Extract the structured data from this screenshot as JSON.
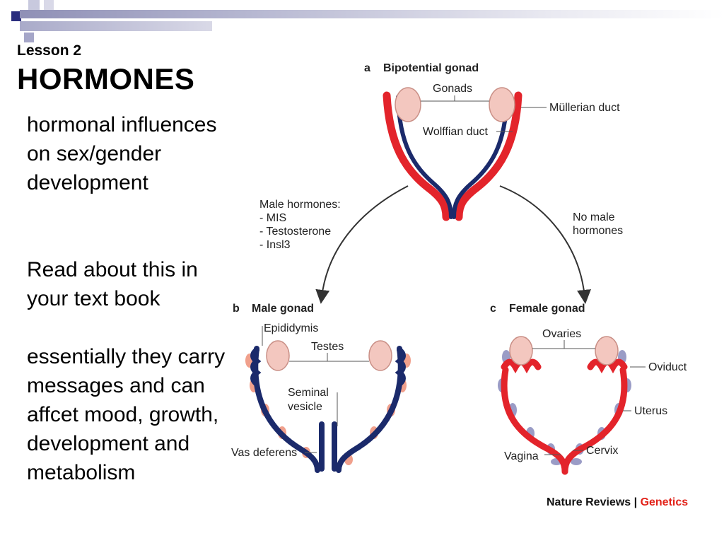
{
  "slide": {
    "lesson": "Lesson 2",
    "title": "HORMONES",
    "paragraphs": [
      "hormonal influences on sex/gender development",
      "Read about this in your text book",
      "essentially they carry messages and can affcet mood, growth, development and metabolism"
    ]
  },
  "diagram": {
    "panel_a": {
      "letter": "a",
      "title": "Bipotential gonad",
      "labels": {
        "gonads": "Gonads",
        "mullerian": "Müllerian duct",
        "wolffian": "Wolffian duct"
      }
    },
    "arrows": {
      "male": {
        "lines": [
          "Male hormones:",
          "- MIS",
          "- Testosterone",
          "- Insl3"
        ]
      },
      "female": {
        "lines": [
          "No male",
          "hormones"
        ]
      }
    },
    "panel_b": {
      "letter": "b",
      "title": "Male gonad",
      "labels": {
        "epididymis": "Epididymis",
        "testes": "Testes",
        "seminal1": "Seminal",
        "seminal2": "vesicle",
        "vas": "Vas deferens"
      }
    },
    "panel_c": {
      "letter": "c",
      "title": "Female gonad",
      "labels": {
        "ovaries": "Ovaries",
        "oviduct": "Oviduct",
        "uterus": "Uterus",
        "cervix": "Cervix",
        "vagina": "Vagina"
      }
    },
    "colors": {
      "mullerian": "#e3242b",
      "wolffian": "#1b2a6b",
      "gonad": "#f3c7bf",
      "salmon": "#f0a08c",
      "lavender": "#9a9cc6"
    }
  },
  "credit": {
    "journal": "Nature Reviews",
    "separator": "|",
    "section": "Genetics"
  }
}
